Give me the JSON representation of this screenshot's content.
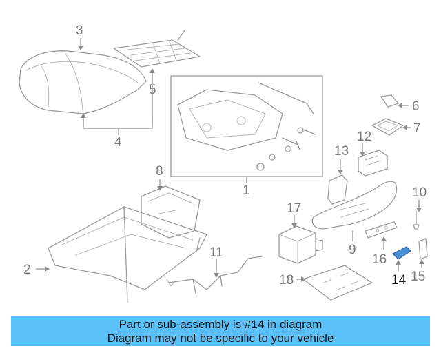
{
  "callouts": {
    "c1": "1",
    "c2": "2",
    "c3": "3",
    "c4": "4",
    "c5": "5",
    "c6": "6",
    "c7": "7",
    "c8": "8",
    "c9": "9",
    "c10": "10",
    "c11": "11",
    "c12": "12",
    "c13": "13",
    "c14": "14",
    "c15": "15",
    "c16": "16",
    "c17": "17",
    "c18": "18"
  },
  "highlight_part": "14",
  "colors": {
    "banner": "#5bc0f8",
    "highlight": "#4a8fd8",
    "line": "#9a9a9a"
  },
  "banner": {
    "line1": "Part or sub-assembly is #14 in diagram",
    "line2": "Diagram may not be specific to your vehicle"
  }
}
